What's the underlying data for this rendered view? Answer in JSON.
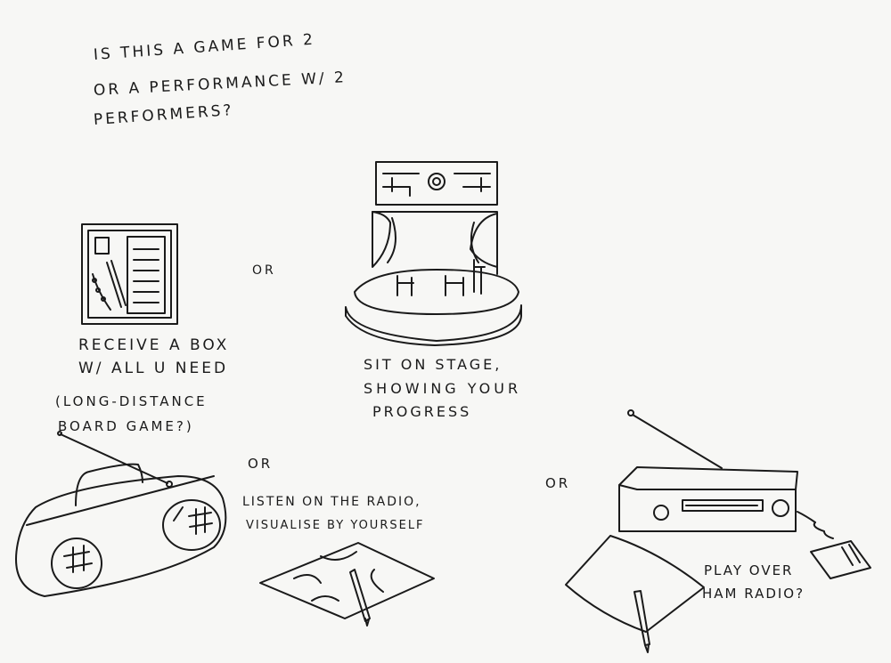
{
  "question": {
    "line1": "IS THIS A GAME FOR 2",
    "line2": "OR A PERFORMANCE W/ 2",
    "line3": "PERFORMERS?"
  },
  "or_labels": [
    "OR",
    "OR",
    "OR"
  ],
  "option_box": {
    "line1": "RECEIVE A BOX",
    "line2": "W/ ALL U NEED",
    "note1": "(LONG-DISTANCE",
    "note2": "BOARD GAME?)"
  },
  "option_stage": {
    "line1": "SIT ON STAGE,",
    "line2": "SHOWING YOUR",
    "line3": "PROGRESS"
  },
  "option_radio": {
    "line1": "LISTEN ON THE RADIO,",
    "line2": "VISUALISE BY YOURSELF"
  },
  "option_ham": {
    "line1": "PLAY OVER",
    "line2": "HAM RADIO?"
  }
}
